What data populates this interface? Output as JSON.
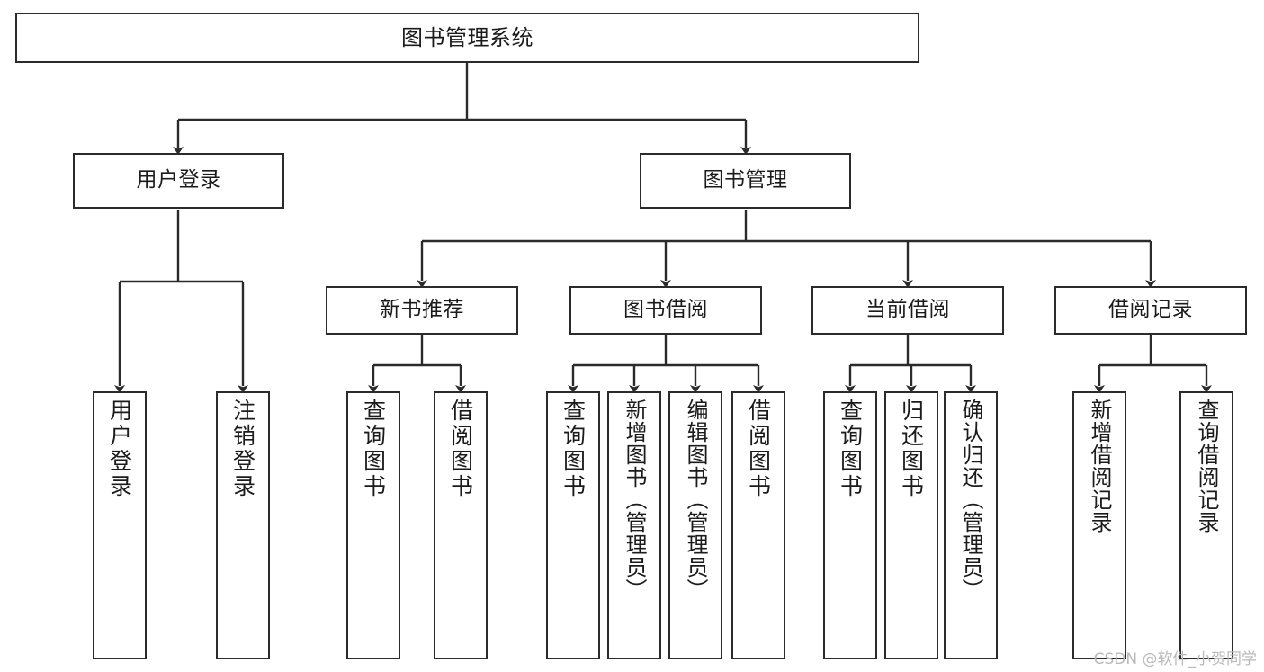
{
  "diagram": {
    "title": "图书管理系统",
    "type": "tree",
    "colors": {
      "stroke": "#2b2b2b",
      "fill": "#ffffff",
      "text": "#1b1b1b",
      "watermark": "#b9b9b9"
    },
    "levels": {
      "root": "图书管理系统",
      "level2": [
        "用户登录",
        "图书管理"
      ],
      "level3": [
        "新书推荐",
        "图书借阅",
        "当前借阅",
        "借阅记录"
      ]
    },
    "nodes": {
      "root": {
        "label": "图书管理系统"
      },
      "user_login": {
        "label": "用户登录"
      },
      "book_manage": {
        "label": "图书管理"
      },
      "new_book_rec": {
        "label": "新书推荐"
      },
      "book_borrow": {
        "label": "图书借阅"
      },
      "current_borrow": {
        "label": "当前借阅"
      },
      "borrow_record": {
        "label": "借阅记录"
      },
      "leaf_user_login": {
        "label": "用户登录"
      },
      "leaf_logout": {
        "label": "注销登录"
      },
      "leaf_query_book_1": {
        "label": "查询图书"
      },
      "leaf_borrow_book_1": {
        "label": "借阅图书"
      },
      "leaf_query_book_2": {
        "label": "查询图书"
      },
      "leaf_add_book": {
        "label": "新增图书（管理员）"
      },
      "leaf_edit_book": {
        "label": "编辑图书（管理员）"
      },
      "leaf_borrow_book_2": {
        "label": "借阅图书"
      },
      "leaf_query_book_3": {
        "label": "查询图书"
      },
      "leaf_return_book": {
        "label": "归还图书"
      },
      "leaf_confirm_return": {
        "label": "确认归还（管理员）"
      },
      "leaf_add_record": {
        "label": "新增借阅记录"
      },
      "leaf_query_record": {
        "label": "查询借阅记录"
      }
    }
  },
  "watermark": {
    "text": "CSDN @软件_小贺同学"
  }
}
